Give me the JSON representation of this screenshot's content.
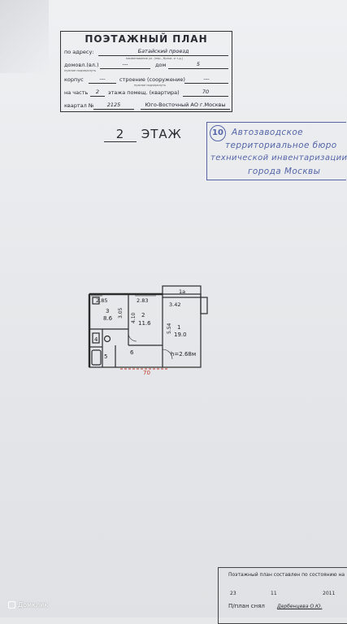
{
  "header": {
    "title": "ПОЭТАЖНЫЙ ПЛАН",
    "address_label": "по адресу:",
    "address_value": "Батайский проезд",
    "address_hint": "наименование ул. (пер., бульв. и т.д.)",
    "domovl_label": "домовл.(вл.)",
    "domovl_value": "---",
    "dom_label": "дом",
    "dom_value": "5",
    "domovl_hint": "нужное подчеркнуть",
    "korpus_label": "корпус",
    "korpus_value": "---",
    "stroenie_label": "строение (сооружение)",
    "stroenie_value": "---",
    "stroenie_hint": "нужное подчеркнуть",
    "chast_label": "на часть",
    "chast_value": "2",
    "etazh_label": "этажа помещ. (квартира)",
    "kvartira_value": "70",
    "kvartal_label": "квартал №",
    "kvartal_value": "2125",
    "district_value": "Юго-Восточный АО г.Москвы"
  },
  "floor": {
    "number": "2",
    "label": "ЭТАЖ"
  },
  "stamp": {
    "number": "10",
    "line1": "Автозаводское",
    "line2": "территориальное бюро",
    "line3": "технической инвентаризации",
    "line4": "города Москвы"
  },
  "plan": {
    "dim_left_top": "2.85",
    "dim_mid_top": "2.83",
    "room1a": "1а",
    "dim_right": "3.42",
    "room3_num": "3",
    "room3_area": "8.6",
    "room3_dim": "3.05",
    "room2_num": "2",
    "room2_area": "11.6",
    "room2_dim": "4.10",
    "room1_num": "1",
    "room1_area": "19.0",
    "room1_dim": "5.54",
    "room4": "4",
    "room5": "5",
    "room6": "6",
    "height": "h=2.68м",
    "apartment": "70"
  },
  "footer": {
    "line1": "Поэтажный план составлен по состоянию на",
    "day": "23",
    "month": "11",
    "year": "2011",
    "made_by_label": "П/план снял",
    "made_by_value": "Дербенцева О.Ю."
  },
  "watermark": "Домклик"
}
